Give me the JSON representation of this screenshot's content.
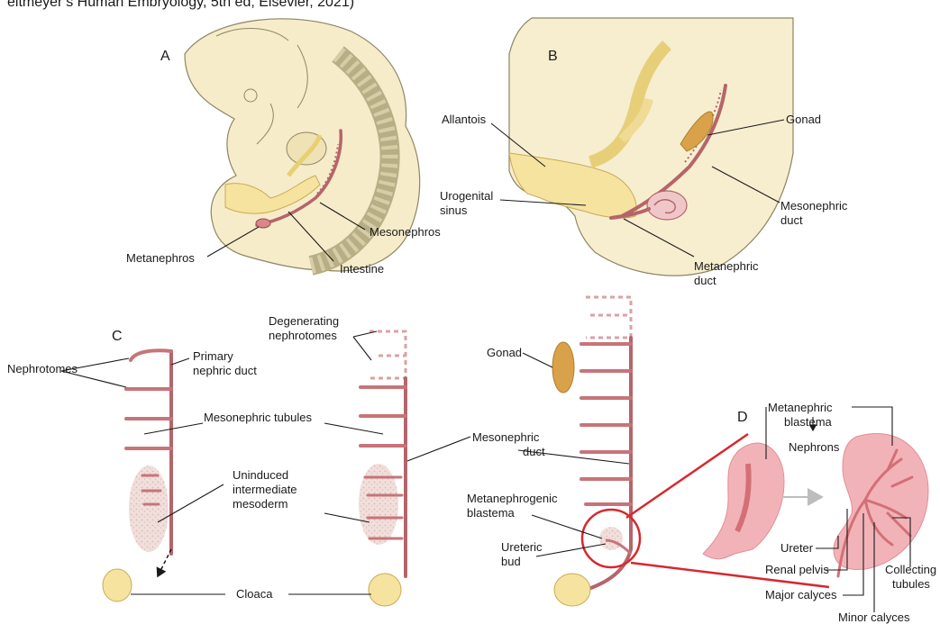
{
  "header": {
    "text": "eltmeyer’s Human Embryology, 5th ed, Elsevier, 2021)"
  },
  "panels": {
    "a": "A",
    "b": "B",
    "c": "C",
    "d": "D"
  },
  "labels": {
    "a_metanephros": "Metanephros",
    "a_intestine": "Intestine",
    "a_mesonephros": "Mesonephros",
    "b_allantois": "Allantois",
    "b_urogenital_1": "Urogenital",
    "b_urogenital_2": "sinus",
    "b_gonad": "Gonad",
    "b_mesonephric_duct_1": "Mesonephric",
    "b_mesonephric_duct_2": "duct",
    "b_metanephric_duct_1": "Metanephric",
    "b_metanephric_duct_2": "duct",
    "c_nephrotomes": "Nephrotomes",
    "c_primary_1": "Primary",
    "c_primary_2": "nephric duct",
    "c_degenerating_1": "Degenerating",
    "c_degenerating_2": "nephrotomes",
    "c_mesonephric_tubules": "Mesonephric tubules",
    "c_uninduced_1": "Uninduced",
    "c_uninduced_2": "intermediate",
    "c_uninduced_3": "mesoderm",
    "c_cloaca": "Cloaca",
    "c_gonad": "Gonad",
    "c_mesonephric_duct_1": "Mesonephric",
    "c_mesonephric_duct_2": "duct",
    "c_metanephrogenic_1": "Metanephrogenic",
    "c_metanephrogenic_2": "blastema",
    "c_ureteric_1": "Ureteric",
    "c_ureteric_2": "bud",
    "d_metanephric_blastema_1": "Metanephric",
    "d_metanephric_blastema_2": "blastema",
    "d_nephrons": "Nephrons",
    "d_ureter": "Ureter",
    "d_renal_pelvis": "Renal pelvis",
    "d_major_calyces": "Major calyces",
    "d_minor_calyces": "Minor calyces",
    "d_collecting_1": "Collecting",
    "d_collecting_2": "tubules"
  },
  "colors": {
    "duct": "#c77479",
    "yellow": "#f6e3a0",
    "gonad": "#d9a24a",
    "kidney": "#f2b3b8",
    "magnifier": "#d7282f",
    "arrow_gray": "#bdbdbd"
  }
}
